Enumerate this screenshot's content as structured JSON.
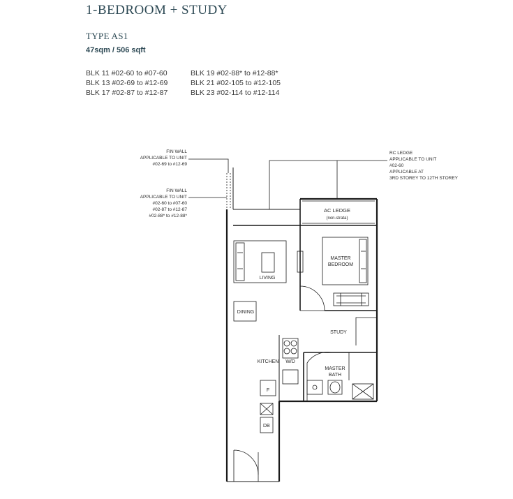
{
  "title": "1-BEDROOM + STUDY",
  "type": "TYPE AS1",
  "area": "47sqm / 506 sqft",
  "blocks_left": [
    "BLK 11 #02-60 to #07-60",
    "BLK 13 #02-69 to #12-69",
    "BLK 17 #02-87 to #12-87"
  ],
  "blocks_right": [
    "BLK 19 #02-88* to #12-88*",
    "BLK 21 #02-105 to #12-105",
    "BLK 23 #02-114 to #12-114"
  ],
  "notes": {
    "fin_wall_1": [
      "FIN WALL",
      "APPLICABLE TO UNIT",
      "#02-69  to #12-69"
    ],
    "fin_wall_2": [
      "FIN WALL",
      "APPLICABLE TO UNIT",
      "#02-60  to #07-60",
      "#02-87  to #12-87",
      "#02-88* to #12-88*"
    ],
    "rc_ledge": [
      "RC LEDGE",
      "APPLICABLE TO UNIT",
      "#02-60",
      "APPLICABLE AT",
      "3RD STOREY TO 12TH STOREY"
    ]
  },
  "rooms": {
    "ac_ledge": "AC LEDGE",
    "ac_ledge_sub": "(non-strata)",
    "master_bedroom_1": "MASTER",
    "master_bedroom_2": "BEDROOM",
    "living": "LIVING",
    "dining": "DINING",
    "study": "STUDY",
    "kitchen": "KITCHEN",
    "wd": "W/D",
    "master_bath_1": "MASTER",
    "master_bath_2": "BATH",
    "fridge": "F",
    "db": "DB"
  }
}
